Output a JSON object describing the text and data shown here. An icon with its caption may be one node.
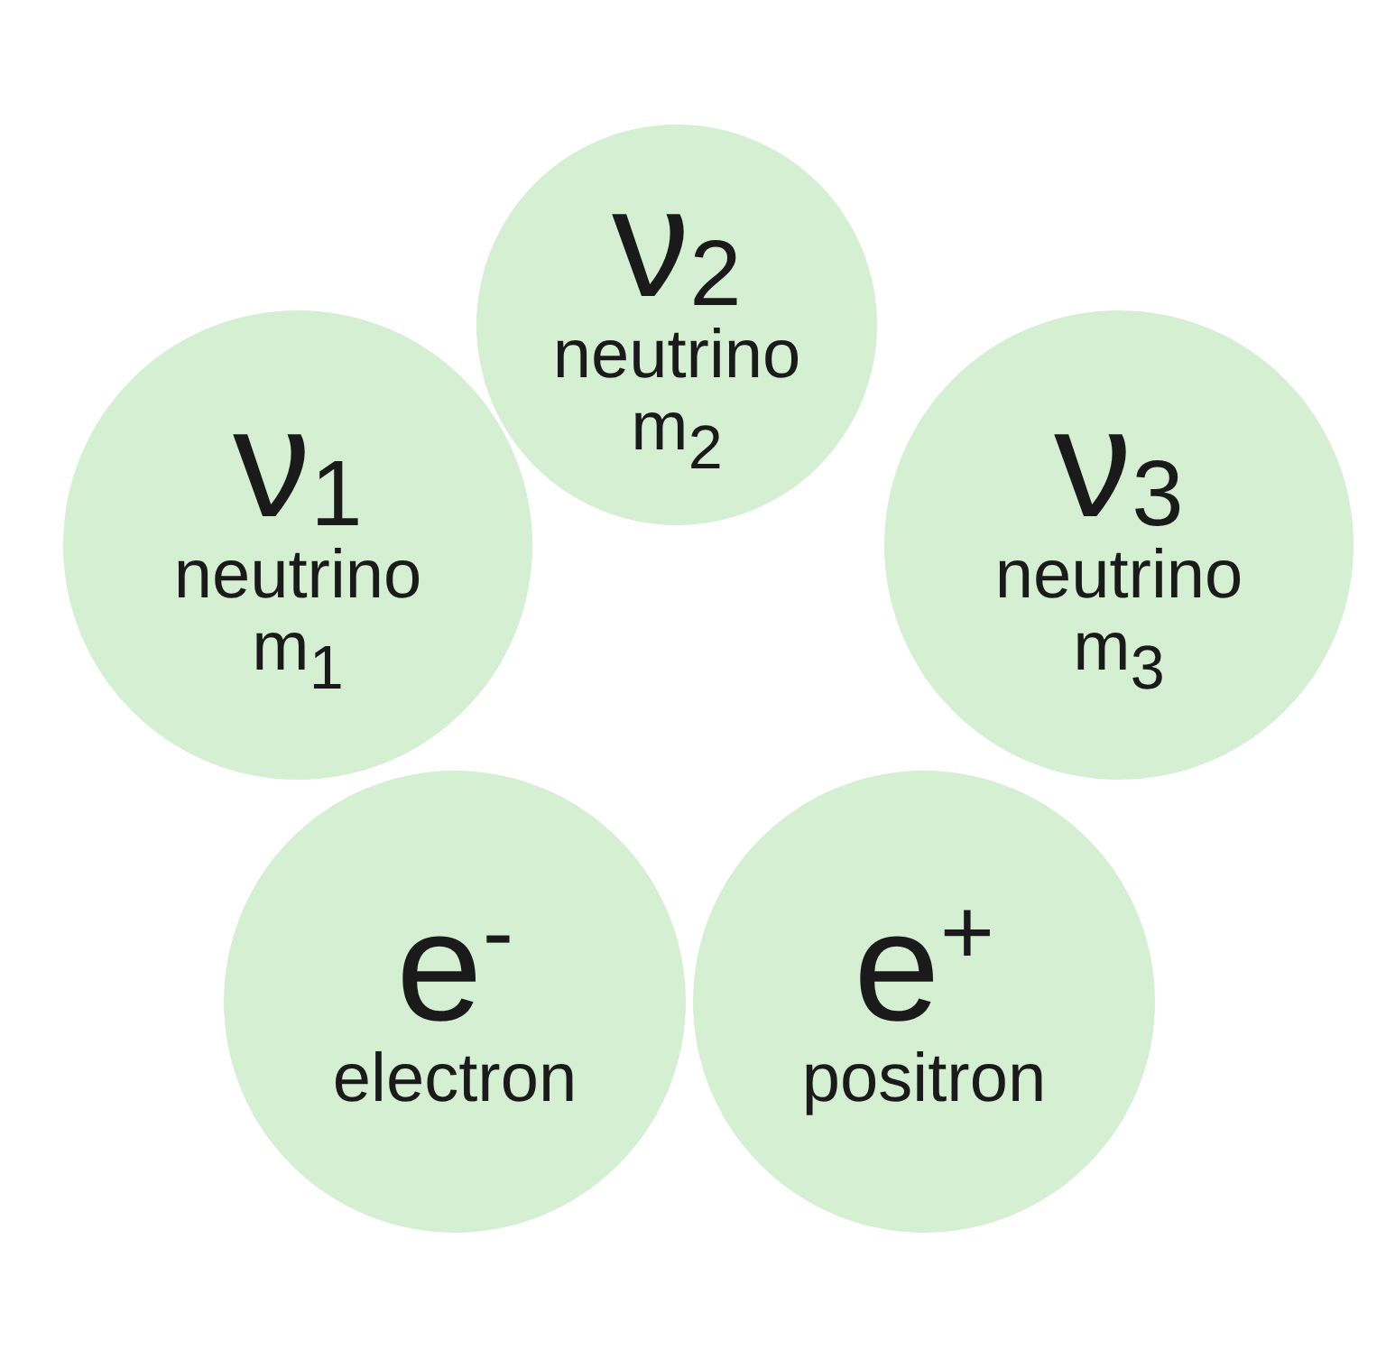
{
  "diagram": {
    "nodes": [
      {
        "text": [
          "ν$_{1}$",
          "neutrino m$_{1}$"
        ]
      },
      {
        "text": [
          "ν$_{2}$",
          "neutrino m$_{2}$"
        ]
      },
      {
        "text": [
          "ν$_{3}$",
          "neutrino m$_{3}$"
        ]
      },
      {
        "text": [
          "e$^{-}$",
          "electron"
        ]
      },
      {
        "text": [
          "e$^{+}$",
          "positron"
        ]
      }
    ]
  }
}
